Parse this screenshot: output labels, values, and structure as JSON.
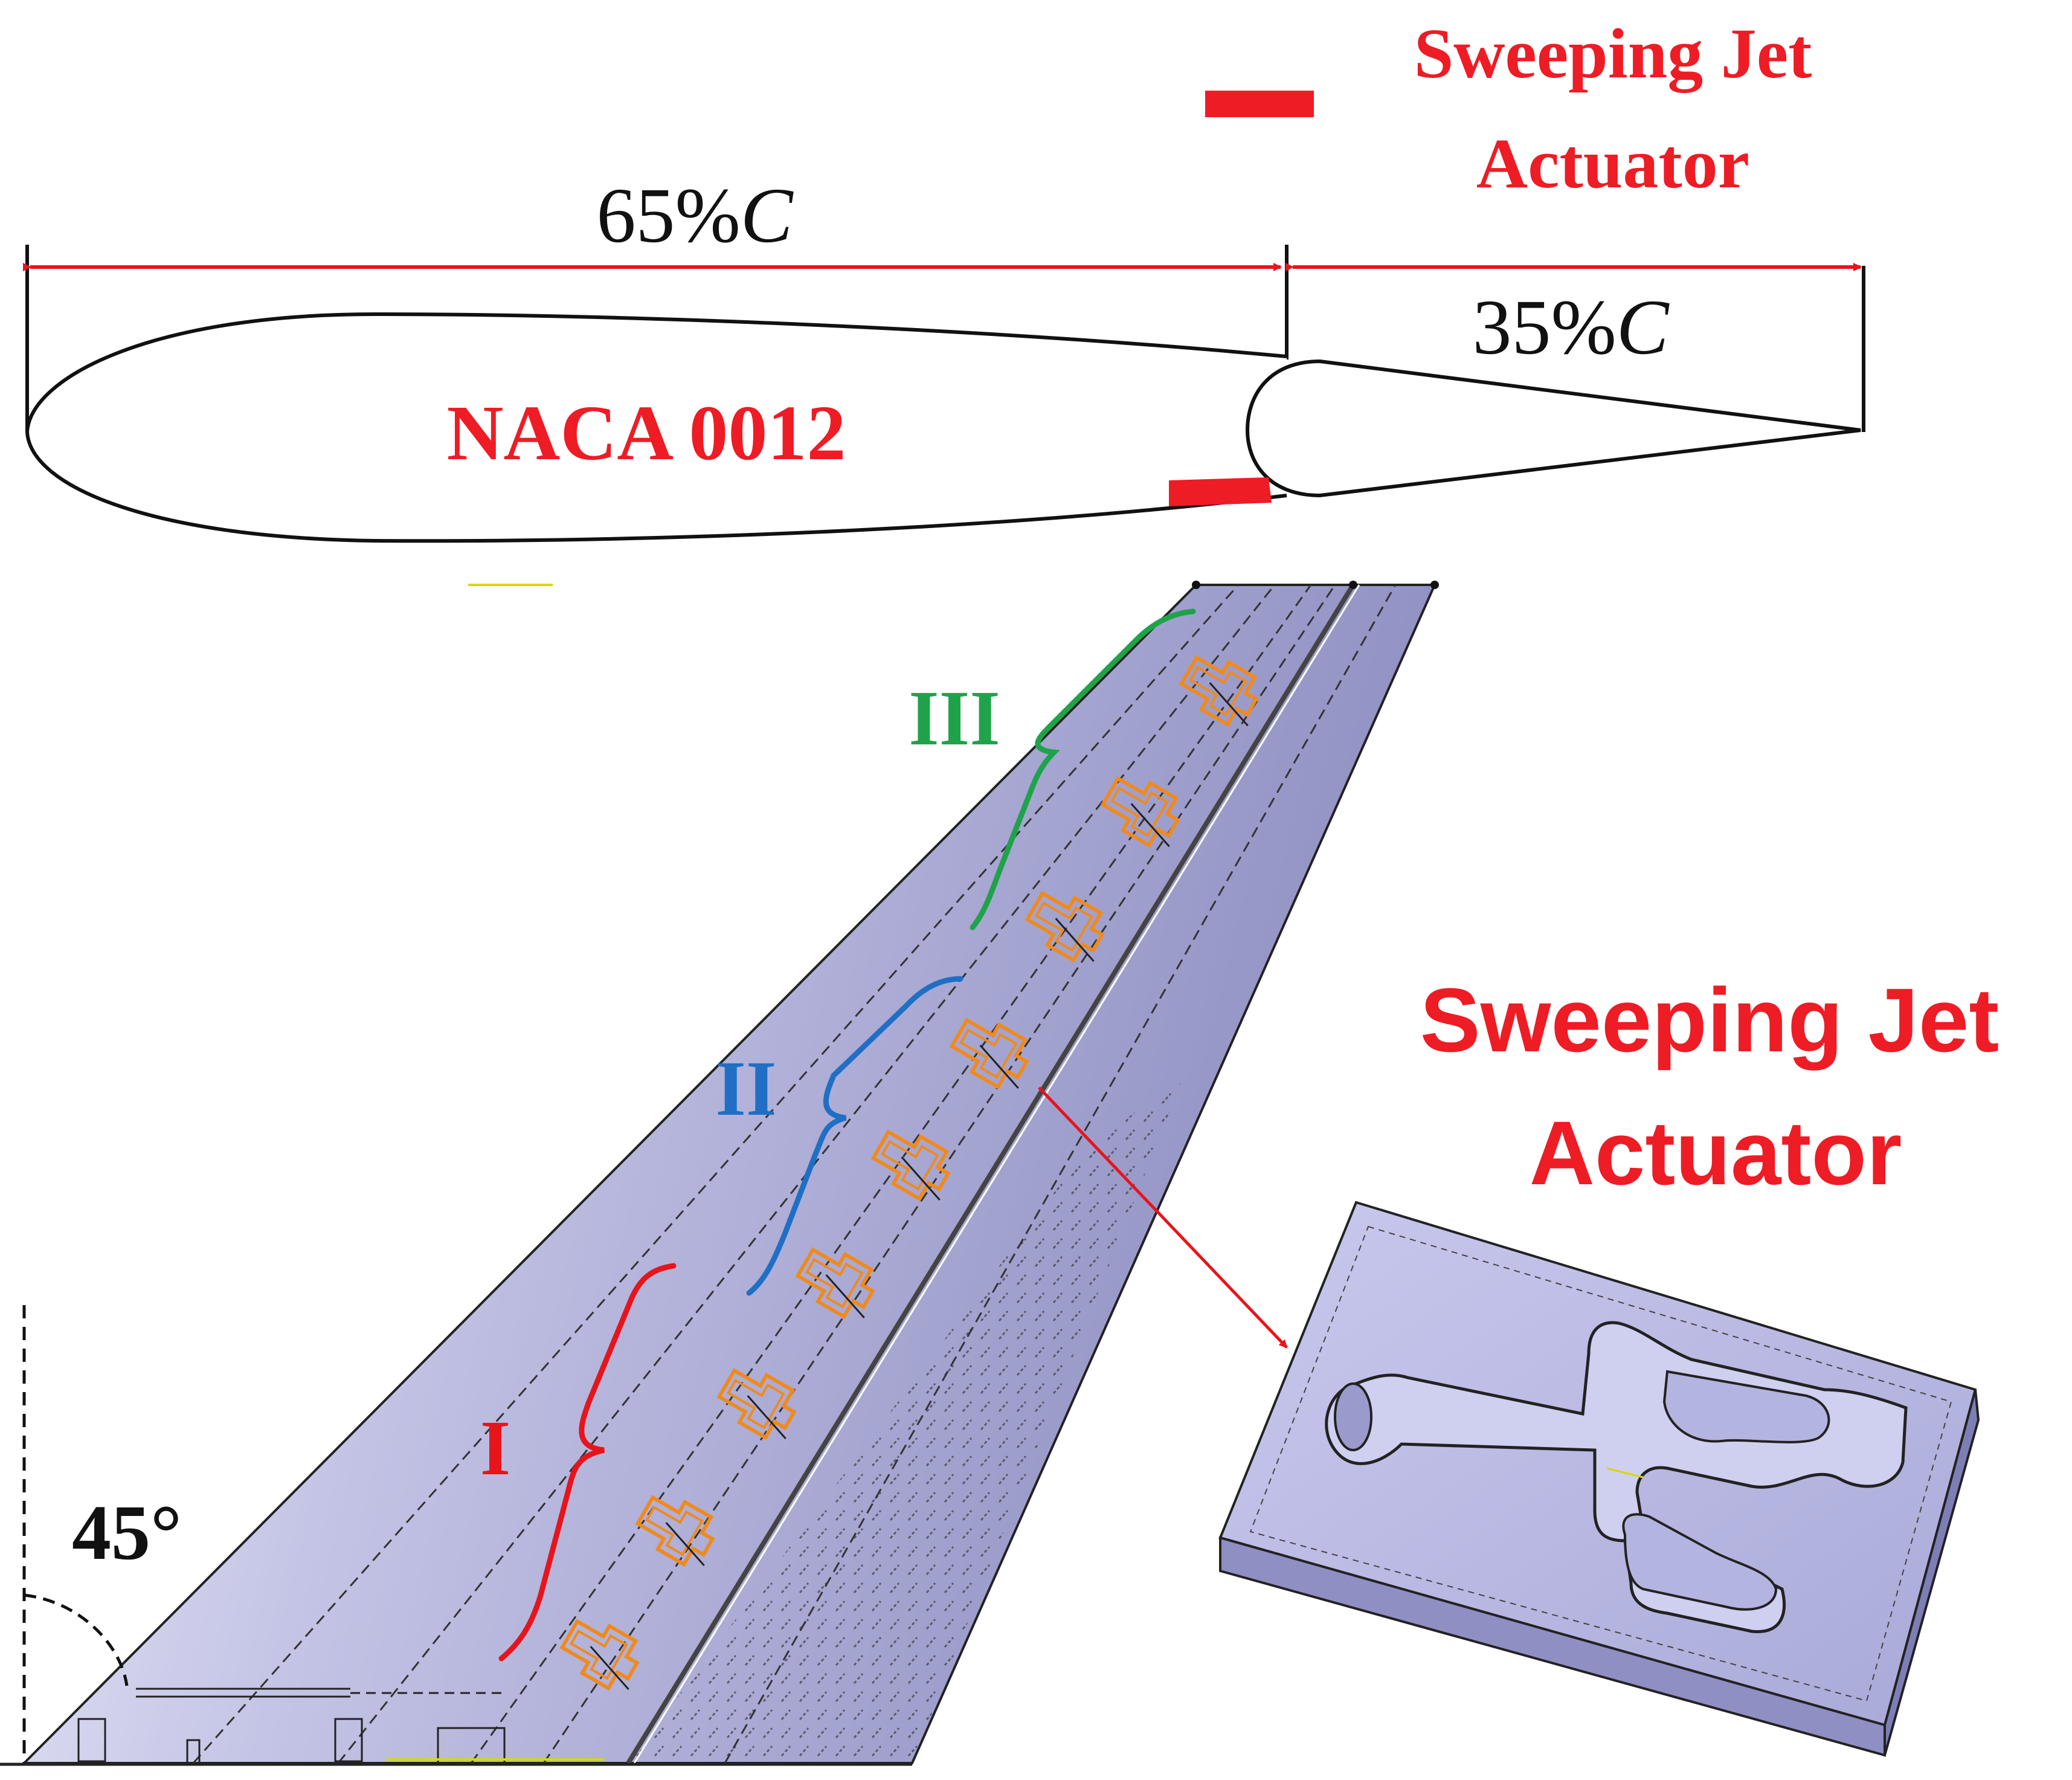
{
  "airfoil": {
    "legend_label_line1": "Sweeping Jet",
    "legend_label_line2": "Actuator",
    "main_chord_label": "65%",
    "main_chord_symbol": "C",
    "flap_chord_label": "35%",
    "flap_chord_symbol": "C",
    "profile_label": "NACA 0012"
  },
  "wing": {
    "sweep_angle_label": "45°",
    "groups": [
      {
        "id": "I",
        "label": "I"
      },
      {
        "id": "II",
        "label": "II"
      },
      {
        "id": "III",
        "label": "III"
      }
    ]
  },
  "detail": {
    "title_line1": "Sweeping Jet",
    "title_line2": "Actuator"
  },
  "colors": {
    "actuator_red": "#ee1c25",
    "dimension_red": "#e8141c",
    "group_I": "#e8141c",
    "group_II": "#1f6fc4",
    "group_III": "#1fa34a",
    "actuator_orange": "#f08a1c",
    "wing_surface": "#b9b9e0",
    "outline": "#111111"
  }
}
